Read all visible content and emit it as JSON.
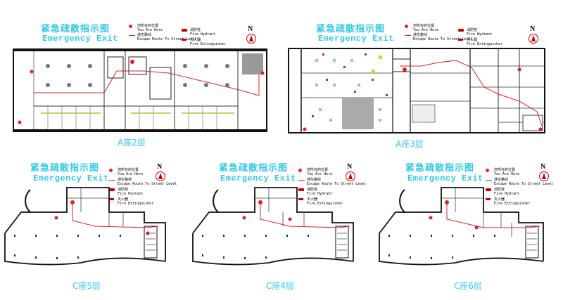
{
  "panels": [
    {
      "id": "a2",
      "title_cn": "紧急疏散指示图",
      "title_en": "Emergency Exit",
      "legend": {
        "you_are_here_cn": "您所在的位置",
        "you_are_here_en": "You Are Here",
        "route_cn": "通生路线",
        "route_en": "Escape Route To Street Level",
        "hydrant_cn": "消防栓",
        "hydrant_en": "Fire Hydrant",
        "extinguisher_cn": "灭火器",
        "extinguisher_en": "Fire Extinguisher"
      },
      "north": "N",
      "caption": "A座2层"
    },
    {
      "id": "a3",
      "title_cn": "紧急疏散指示图",
      "title_en": "Emergency Exit",
      "legend": {
        "you_are_here_cn": "您所在的位置",
        "you_are_here_en": "You Are Here",
        "route_cn": "通生路线",
        "route_en": "Escape Route To Street Level",
        "hydrant_cn": "消防栓",
        "hydrant_en": "Fire Hydrant",
        "extinguisher_cn": "灭火器",
        "extinguisher_en": "Fire Extinguisher"
      },
      "north": "N",
      "caption": "A座3层"
    },
    {
      "id": "c5",
      "title_cn": "紧急疏散指示图",
      "title_en": "Emergency Exit",
      "legend": {
        "you_are_here_cn": "您所在的位置",
        "you_are_here_en": "You Are Here",
        "route_cn": "通生路线",
        "route_en": "Escape Route To Street Level",
        "hydrant_cn": "消防栓",
        "hydrant_en": "Fire Hydrant",
        "extinguisher_cn": "灭火器",
        "extinguisher_en": "Fire Extinguisher"
      },
      "north": "N",
      "caption": "C座5层"
    },
    {
      "id": "c4",
      "title_cn": "紧急疏散指示图",
      "title_en": "Emergency Exit",
      "legend": {
        "you_are_here_cn": "您所在的位置",
        "you_are_here_en": "You Are Here",
        "route_cn": "通生路线",
        "route_en": "Escape Route To Street Level",
        "hydrant_cn": "消防栓",
        "hydrant_en": "Fire Hydrant",
        "extinguisher_cn": "灭火器",
        "extinguisher_en": "Fire Extinguisher"
      },
      "north": "N",
      "caption": "C座4层"
    },
    {
      "id": "c6",
      "title_cn": "紧急疏散指示图",
      "title_en": "Emergency Exit",
      "legend": {
        "you_are_here_cn": "您所在的位置",
        "you_are_here_en": "You Are Here",
        "route_cn": "通生路线",
        "route_en": "Escape Route To Street Level",
        "hydrant_cn": "消防栓",
        "hydrant_en": "Fire Hydrant",
        "extinguisher_cn": "灭火器",
        "extinguisher_en": "Fire Extinguisher"
      },
      "north": "N",
      "caption": "C座6层"
    }
  ],
  "colors": {
    "title": "#32c8e6",
    "route": "#e02020",
    "wall": "#111111",
    "marker": "#e02020"
  }
}
